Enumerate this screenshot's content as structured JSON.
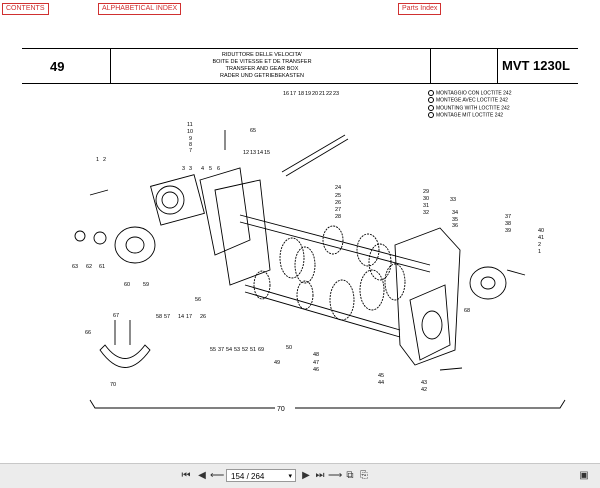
{
  "links": {
    "contents": "CONTENTS",
    "alpha_index": "ALPHABETICAL INDEX",
    "parts_index": "Parts Index"
  },
  "header": {
    "page_number": "49",
    "titles": [
      "RIDUTTORE DELLE VELOCITA'",
      "BOITE DE VITESSE ET DE TRANSFER",
      "TRANSFER AND GEAR BOX",
      "RADER UND GETRIEBEKASTEN"
    ],
    "model": "MVT 1230L"
  },
  "legend": [
    "MONTAGGIO CON LOCTITE 242",
    "MONTEGE AVEC LOCTITE 242",
    "MOUNTING WITH LOCTITE 242",
    "MONTAGE MIT LOCTITE 242"
  ],
  "callouts": [
    "16",
    "17",
    "18",
    "19",
    "20",
    "21",
    "22",
    "23",
    "11",
    "10",
    "9",
    "8",
    "7",
    "65",
    "12",
    "13",
    "14",
    "15",
    "1",
    "2",
    "3",
    "3",
    "4",
    "5",
    "6",
    "24",
    "25",
    "26",
    "27",
    "28",
    "29",
    "30",
    "31",
    "32",
    "33",
    "34",
    "35",
    "36",
    "37",
    "38",
    "39",
    "40",
    "41",
    "2",
    "1",
    "63",
    "62",
    "61",
    "60",
    "59",
    "58",
    "57",
    "14",
    "17",
    "26",
    "56",
    "55",
    "37",
    "54",
    "53",
    "52",
    "51",
    "69",
    "50",
    "49",
    "48",
    "47",
    "46",
    "45",
    "44",
    "43",
    "42",
    "68",
    "67",
    "66",
    "70"
  ],
  "toolbar": {
    "page_display": "154 / 264"
  }
}
